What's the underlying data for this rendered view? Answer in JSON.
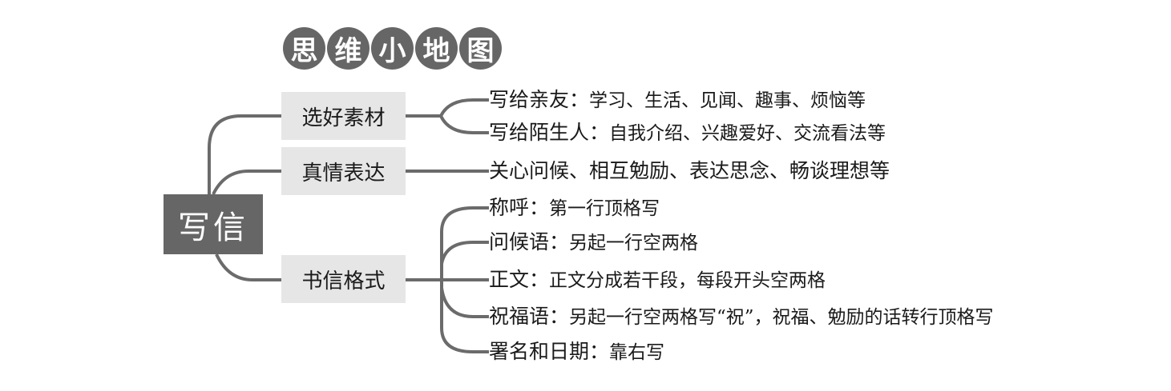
{
  "title": [
    "思",
    "维",
    "小",
    "地",
    "图"
  ],
  "root": "写信",
  "branches": [
    {
      "label": "选好素材",
      "leaves": [
        {
          "label": "写给亲友：",
          "detail": "学习、生活、见闻、趣事、烦恼等"
        },
        {
          "label": "写给陌生人：",
          "detail": "自我介绍、兴趣爱好、交流看法等"
        }
      ]
    },
    {
      "label": "真情表达",
      "leaves": [
        {
          "label": "关心问候、相互勉励、表达思念、畅谈理想等",
          "detail": ""
        }
      ]
    },
    {
      "label": "书信格式",
      "leaves": [
        {
          "label": "称呼：",
          "detail": "第一行顶格写"
        },
        {
          "label": "问候语：",
          "detail": "另起一行空两格"
        },
        {
          "label": "正文：",
          "detail": "正文分成若干段，每段开头空两格"
        },
        {
          "label": "祝福语：",
          "detail": "另起一行空两格写“祝”，祝福、勉励的话转行顶格写"
        },
        {
          "label": "署名和日期：",
          "detail": "靠右写"
        }
      ]
    }
  ]
}
